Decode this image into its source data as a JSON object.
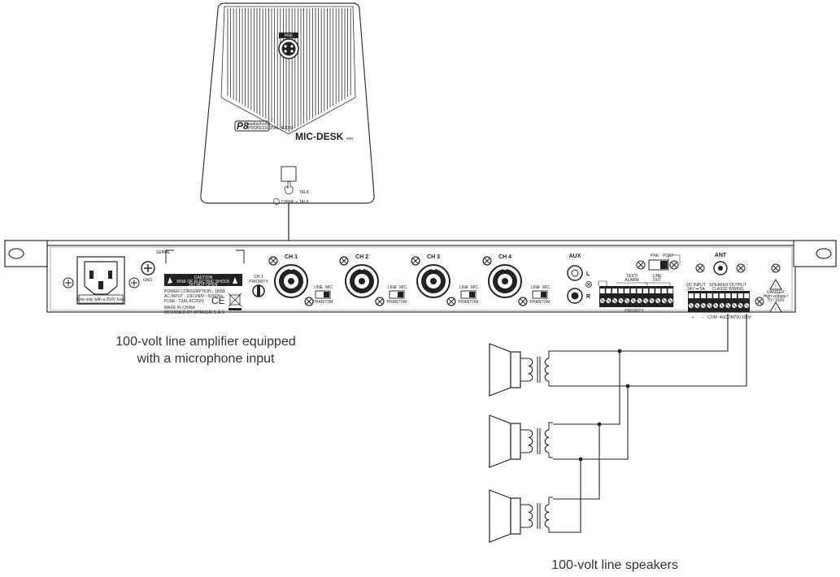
{
  "captions": {
    "amplifier_line1": "100-volt line amplifier equipped",
    "amplifier_line2": "with a microphone input",
    "speakers": "100-volt line speakers"
  },
  "microphone": {
    "brand": "P8",
    "brand_sub1": "audiophony",
    "brand_sub2": "PROFESSIONAL AUDIO",
    "model_main": "MIC-DESK",
    "model_suffix": "evo",
    "talk_label": "TALK",
    "chime_label": "CHIME + TALK",
    "xlr_label": "PRE"
  },
  "amplifier": {
    "serial_label": "SERIAL",
    "gnd_label": "GND",
    "fuse_label": "Use only with a 250V fuse",
    "caution_title": "CAUTION",
    "caution_line1": "RISK OF ELECTRIC SHOCK",
    "caution_line2": "DO NOT OPEN",
    "spec_power": "POWER CONSUMPTION : 150W",
    "spec_ac": "AC INPUT : 100-240V~ 50/60Hz",
    "spec_fuse": "FUSE : T2AL AC250V",
    "made_in": "MADE IN CHINA",
    "designed_by": "DESIGNED BY HITMUSIC S.A.S",
    "ce_mark": "CE",
    "ch1_priority_line1": "CH 1",
    "ch1_priority_line2": "PRIORITY",
    "channels": [
      {
        "label": "CH 1"
      },
      {
        "label": "CH 2"
      },
      {
        "label": "CH 3"
      },
      {
        "label": "CH 4"
      }
    ],
    "line_label": "LINE",
    "mic_label": "MIC",
    "phantom_label": "PHANTOM",
    "aux_label": "AUX",
    "aux_l": "L",
    "aux_r": "R",
    "pre_label": "PRE",
    "post_label": "POST",
    "test_alarm_line1": "TEST/",
    "test_alarm_line2": "ALARM",
    "line_out_line1": "LINE",
    "line_out_line2": "OUT",
    "priority_label": "PRIORITY",
    "ant_label": "ANT",
    "dc_input_line1": "DC INPUT",
    "dc_input_line2": "24V ⎓ 5A",
    "speaker_output_line1": "SPEAKER OUTPUT",
    "speaker_output_line2": "CLASS2 WIRING",
    "terminal_labels": [
      "+",
      "−",
      "COM",
      "4Ω",
      "COM",
      "70V",
      "100V"
    ],
    "danger_line1": "DANGER",
    "danger_line2": "High voltage !",
    "danger_line3": "70 / 100V"
  },
  "speakers": [
    {
      "id": "speaker-1"
    },
    {
      "id": "speaker-2"
    },
    {
      "id": "speaker-3"
    }
  ]
}
